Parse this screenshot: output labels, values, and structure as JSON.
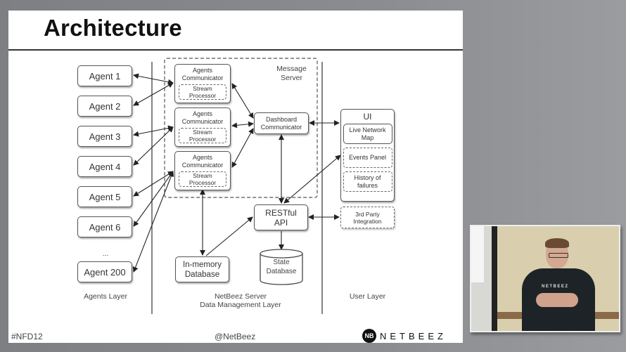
{
  "slide": {
    "title": "Architecture",
    "diagram": {
      "agents": [
        "Agent 1",
        "Agent 2",
        "Agent 3",
        "Agent 4",
        "Agent 5",
        "Agent 6",
        "...",
        "Agent 200"
      ],
      "message_server_label": "Message Server",
      "agents_communicator": "Agents Communicator",
      "stream_processor": "Stream Processor",
      "dashboard_communicator": "Dashboard Communicator",
      "restful_api": "RESTful API",
      "in_memory_db": "In-memory Database",
      "state_db": "State Database",
      "ui": {
        "title": "UI",
        "items": [
          "Live Network Map",
          "Events Panel",
          "History of failures"
        ]
      },
      "third_party": "3rd Party Integration",
      "layers": {
        "agents": "Agents Layer",
        "server_line1": "NetBeez Server",
        "server_line2": "Data Management Layer",
        "user": "User Layer"
      }
    },
    "footer": {
      "hashtag": "#NFD12",
      "handle": "@NetBeez",
      "logo_badge": "NB",
      "logo_text": "NETBEEZ"
    }
  },
  "camera": {
    "shirt_logo": "NETBEEZ"
  }
}
